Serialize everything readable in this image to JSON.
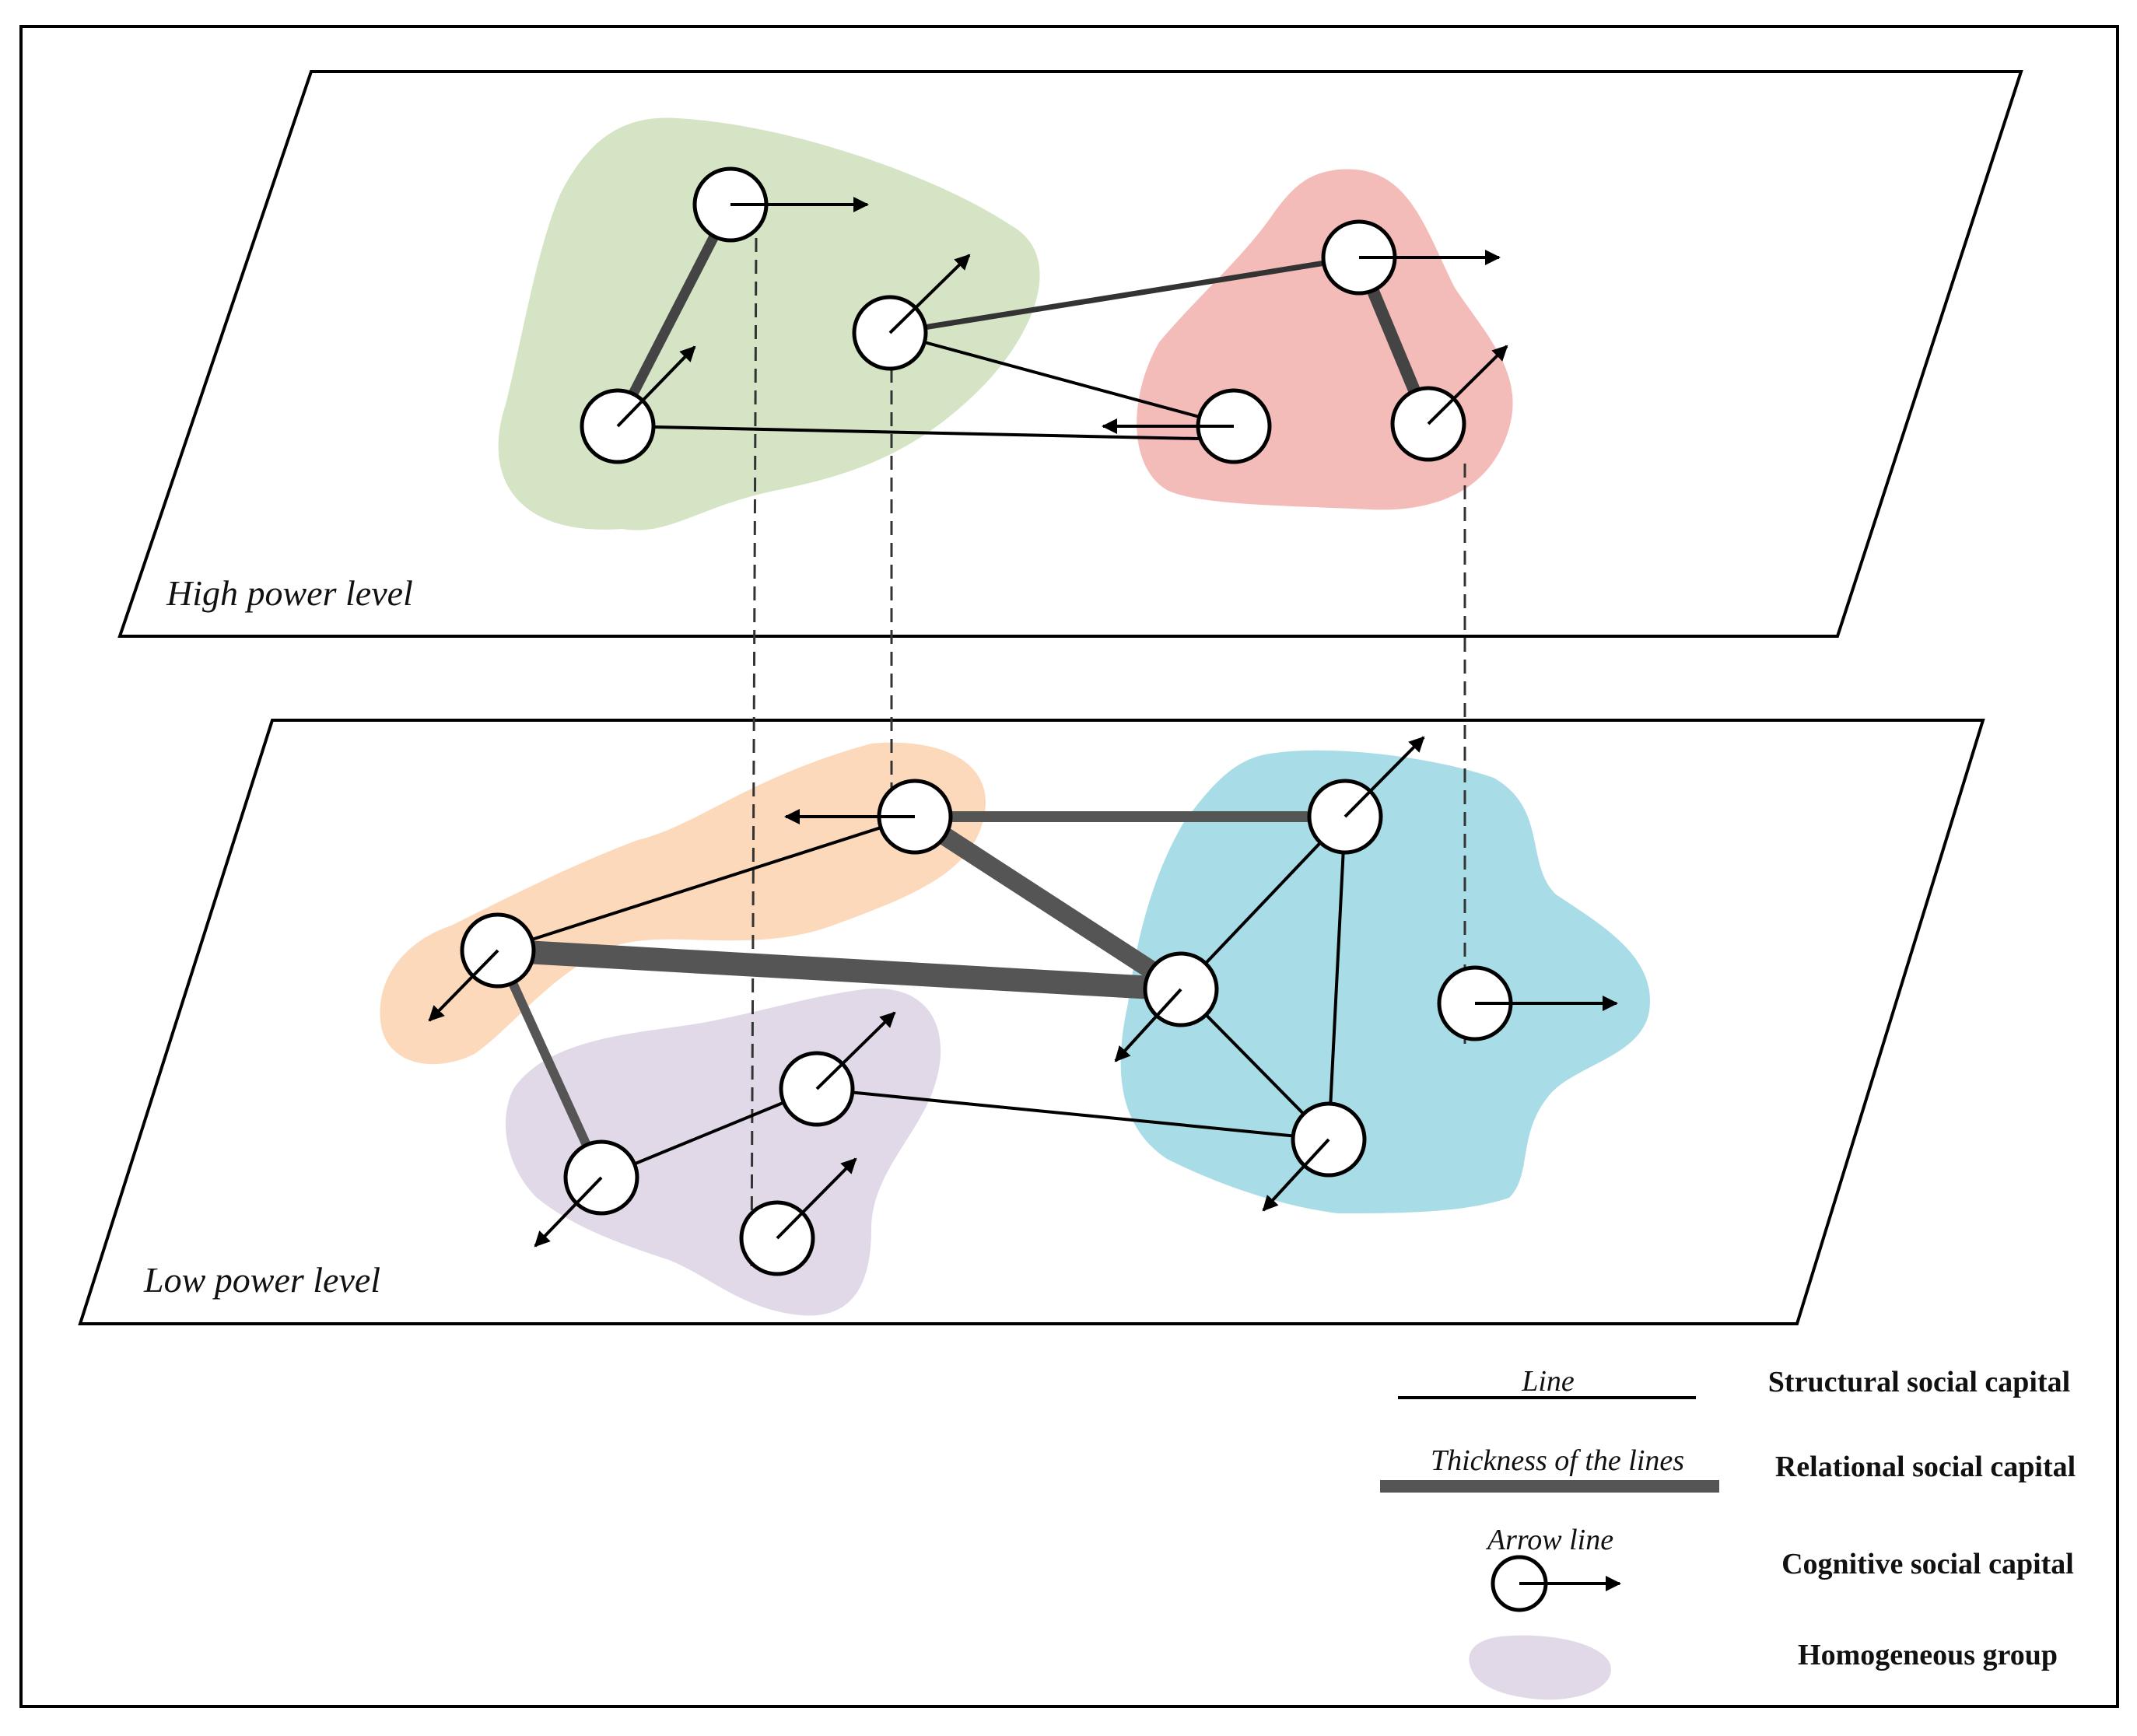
{
  "planes": {
    "high_label": "High power level",
    "low_label": "Low power level"
  },
  "legend": {
    "line_caption": "Line",
    "line_meaning": "Structural social capital",
    "thickness_caption": "Thickness of the lines",
    "thickness_meaning": "Relational social capital",
    "arrow_caption": "Arrow line",
    "arrow_meaning": "Cognitive social capital",
    "group_meaning": "Homogeneous group"
  },
  "colors": {
    "group_green": "#d4e4c4",
    "group_red": "#f3bcb8",
    "group_orange": "#fdd9bb",
    "group_purple": "#e1d9e8",
    "group_blue": "#a8dde8",
    "tie_dark": "#555555",
    "ink": "#000000"
  },
  "icons": {
    "node": "circle-node-icon",
    "arrow": "arrow-icon"
  }
}
